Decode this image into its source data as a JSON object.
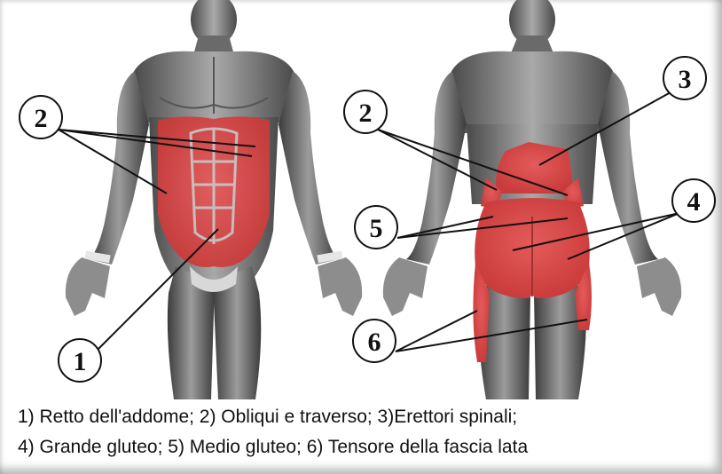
{
  "callouts": {
    "front": {
      "c1": "1",
      "c2": "2"
    },
    "back": {
      "c3": "3",
      "c2": "2",
      "c4": "4",
      "c5": "5",
      "c6": "6"
    }
  },
  "caption": {
    "line1": "1) Retto dell'addome; 2) Obliqui e traverso; 3)Erettori spinali;",
    "line2": "4) Grande gluteo; 5) Medio gluteo; 6) Tensore della fascia lata"
  },
  "colors": {
    "muscle_highlight": "#d94a4a",
    "body_grey": "#7a7a7a"
  }
}
